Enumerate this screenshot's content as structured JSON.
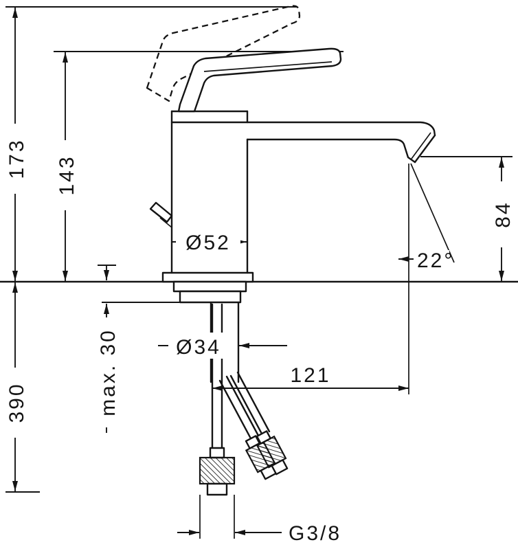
{
  "drawing": {
    "kind": "technical-dimension-drawing",
    "subject": "single-lever basin mixer faucet, side elevation with flexible supply hoses",
    "background_color": "#ffffff",
    "line_color": "#141414"
  },
  "dimensions": {
    "total_height": "173",
    "handle_height": "143",
    "body_diameter": "Ø52",
    "outlet_height": "84",
    "spout_angle": "22°",
    "max_deck_thickness": "max. 30",
    "shank_diameter": "Ø34",
    "spout_reach": "121",
    "below_deck_length": "390",
    "connection_thread": "G3/8"
  }
}
